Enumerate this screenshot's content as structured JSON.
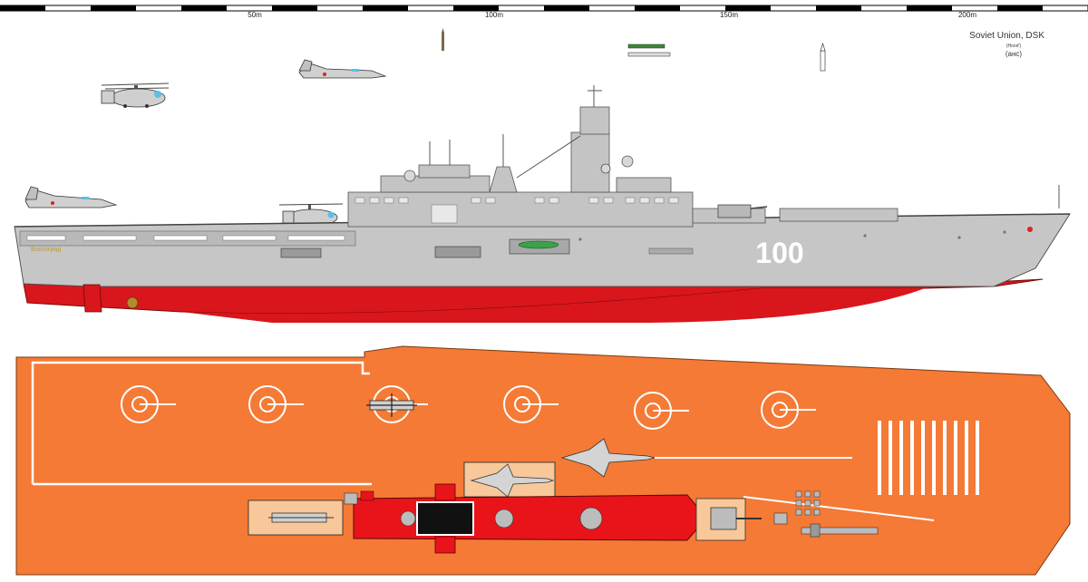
{
  "scale_bar": {
    "labels": [
      "50m",
      "100m",
      "150m",
      "200m"
    ]
  },
  "credit": {
    "title": "Soviet Union, DSK",
    "note1": "(Hood')",
    "note2": "(анс)"
  },
  "ship": {
    "hull_number": "100",
    "name": "Волгоград"
  },
  "colors": {
    "hull_grey": "#c8c8c8",
    "hull_red": "#d9161c",
    "deck_orange": "#f47a36",
    "deck_red": "#e8141a",
    "deck_marking": "#ffffff"
  }
}
